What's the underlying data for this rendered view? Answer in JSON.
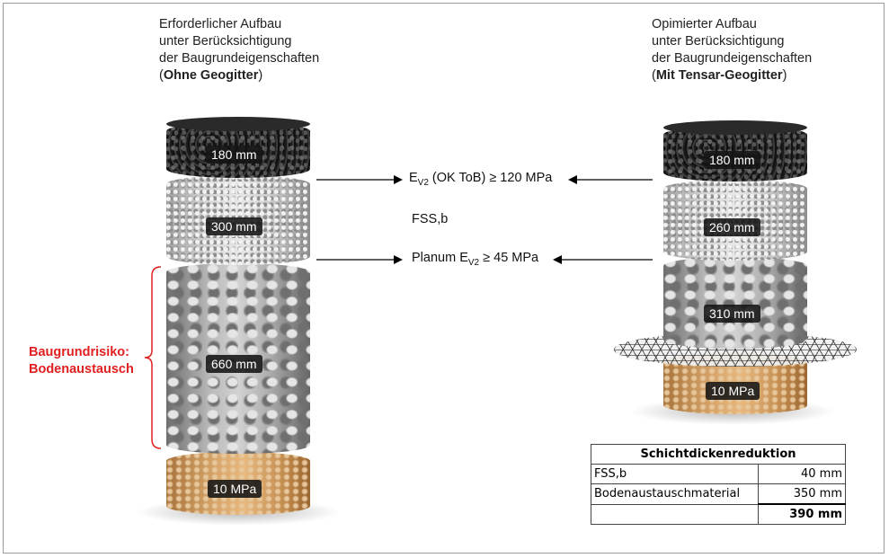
{
  "left_heading": {
    "line1": "Erforderlicher Aufbau",
    "line2": "unter Berücksichtigung",
    "line3": "der Baugrundeigenschaften",
    "line4_open": "(",
    "line4_bold": "Ohne Geogitter",
    "line4_close": ")"
  },
  "right_heading": {
    "line1": "Opimierter Aufbau",
    "line2": "unter Berücksichtigung",
    "line3": "der Baugrundeigenschaften",
    "line4_open": "(",
    "line4_bold": "Mit Tensar-Geogitter",
    "line4_close": ")"
  },
  "left_column": {
    "layer1": "180 mm",
    "layer2": "300 mm",
    "layer3": "660 mm",
    "layer4": "10 MPa"
  },
  "right_column": {
    "layer1": "180 mm",
    "layer2": "260 mm",
    "layer3": "310 mm",
    "layer4": "10 MPa"
  },
  "middle": {
    "ev2_prefix": "E",
    "ev2_sub": "V2",
    "ev2_suffix": " (OK ToB) ≥ 120 MPa",
    "fss": "FSS,b",
    "planum_prefix": "Planum E",
    "planum_sub": "V2",
    "planum_suffix": " ≥ 45 MPa"
  },
  "risk": {
    "line1": "Baugrundrisiko:",
    "line2": "Bodenaustausch"
  },
  "reduction_table": {
    "header": "Schichtdickenreduktion",
    "rows": [
      {
        "label": "FSS,b",
        "value": "40 mm"
      },
      {
        "label": "Bodenaustauschmaterial",
        "value": "350 mm"
      }
    ],
    "total": "390 mm"
  },
  "colors": {
    "risk": "#e02020",
    "arrow": "#000000"
  }
}
